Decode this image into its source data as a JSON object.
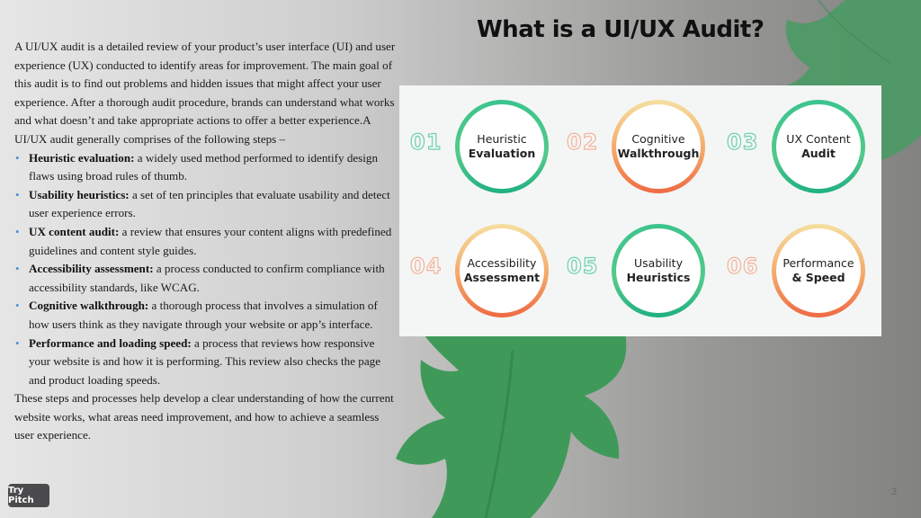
{
  "title": "What is a UI/UX Audit?",
  "intro": "A UI/UX audit is a detailed review of your product’s user interface (UI) and user experience (UX) conducted to identify areas for improvement. The main goal of this audit is to find out problems and hidden issues that might affect your user experience. After a thorough audit procedure, brands can understand what works and what doesn’t and take appropriate actions to offer a better experience.A UI/UX audit generally comprises of the following steps –",
  "bullets": [
    {
      "term": "Heuristic evaluation:",
      "desc": " a widely used method performed to identify design flaws using broad rules of thumb."
    },
    {
      "term": "Usability heuristics:",
      "desc": " a set of ten principles that evaluate usability and detect user experience errors."
    },
    {
      "term": "UX content audit:",
      "desc": " a review that ensures your content aligns with predefined guidelines and content style guides."
    },
    {
      "term": "Accessibility assessment:",
      "desc": " a process conducted to confirm compliance with accessibility standards, like WCAG."
    },
    {
      "term": "Cognitive walkthrough:",
      "desc": "  a thorough process that involves a simulation of how users think as they navigate through your website or app’s interface."
    },
    {
      "term": "Performance and loading speed:",
      "desc": " a process that reviews how responsive your website is and how it is performing. This review also checks the page and product loading speeds."
    }
  ],
  "outro": "These steps and processes help develop a clear understanding of how the current website works, what areas need improvement, and how to achieve a seamless user experience.",
  "steps": [
    {
      "num": "01",
      "line1": "Heuristic",
      "line2": "Evaluation"
    },
    {
      "num": "02",
      "line1": "Cognitive",
      "line2": "Walkthrough"
    },
    {
      "num": "03",
      "line1": "UX Content",
      "line2": "Audit"
    },
    {
      "num": "04",
      "line1": "Accessibility",
      "line2": "Assessment"
    },
    {
      "num": "05",
      "line1": "Usability",
      "line2": "Heuristics"
    },
    {
      "num": "06",
      "line1": "Performance",
      "line2": "& Speed"
    }
  ],
  "badge": "Try Pitch",
  "page_number": "3",
  "colors": {
    "leaf": "#3f9a5a",
    "accent_green": "#3cc48e",
    "accent_orange": "#ef6a43",
    "bullet": "#4a90d9"
  }
}
